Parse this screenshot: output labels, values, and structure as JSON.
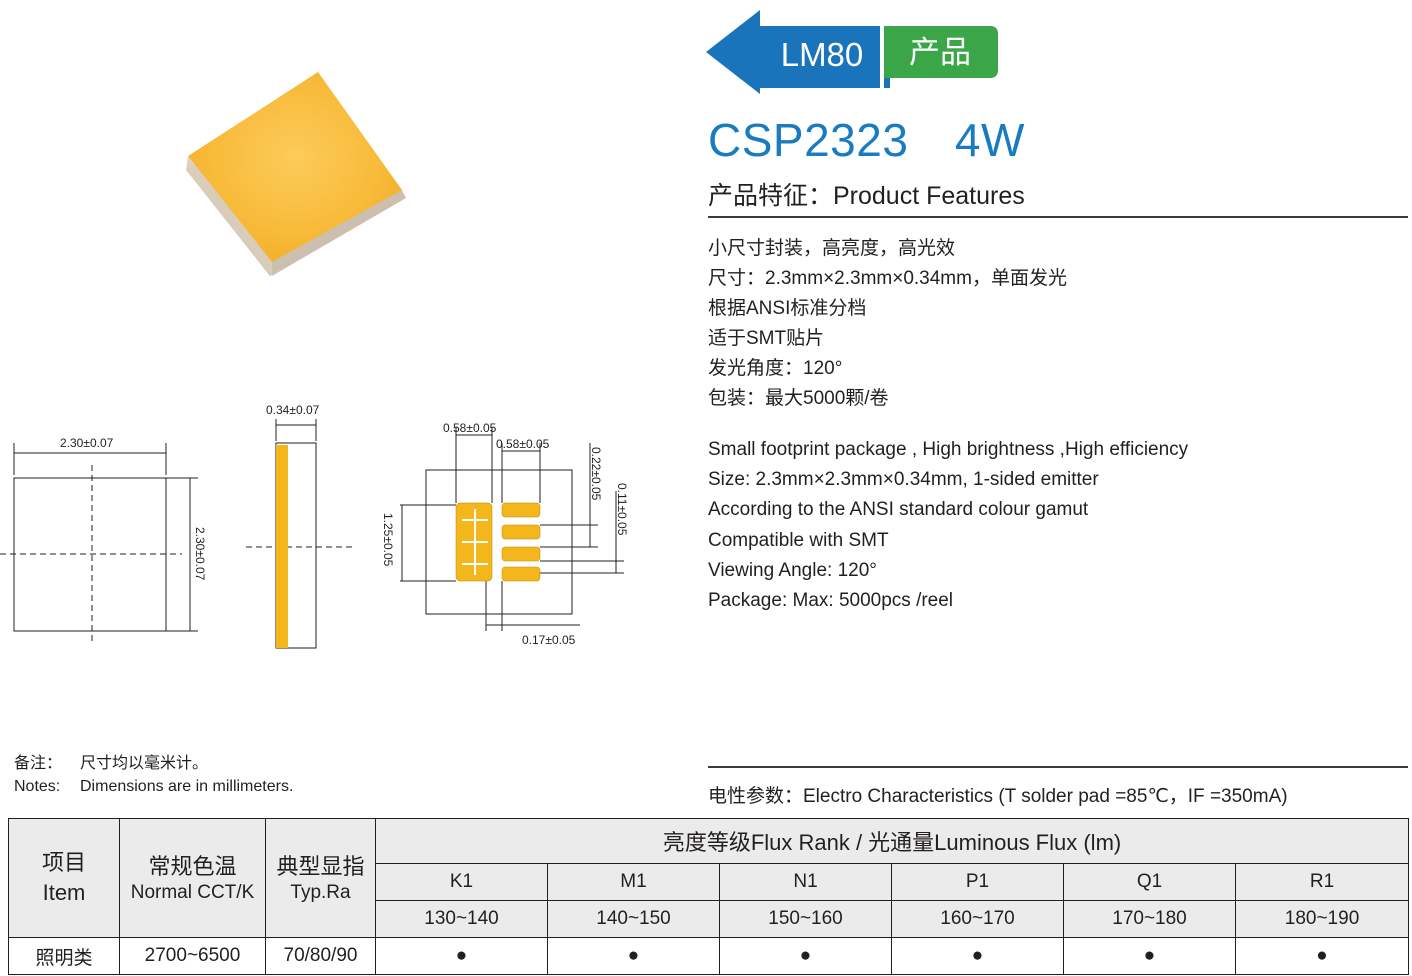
{
  "header": {
    "series_badge": "LM80",
    "category_badge": "产品",
    "badge_colors": {
      "arrow": "#1a74bb",
      "category": "#3aa648"
    },
    "product_title": "CSP2323　4W",
    "title_color": "#1a7cc0"
  },
  "features": {
    "heading": "产品特征：Product Features",
    "chinese": [
      "小尺寸封装，高亮度，高光效",
      "尺寸：2.3mm×2.3mm×0.34mm，单面发光",
      "根据ANSI标准分档",
      "适于SMT贴片",
      "发光角度：120°",
      "包装：最大5000颗/卷"
    ],
    "english": [
      "Small footprint package , High brightness ,High efficiency",
      "Size: 2.3mm×2.3mm×0.34mm, 1-sided emitter",
      "According to the ANSI standard colour gamut",
      "Compatible with SMT",
      "Viewing Angle: 120°",
      "Package: Max: 5000pcs /reel"
    ]
  },
  "drawings": {
    "top_view_width": "2.30±0.07",
    "top_view_height": "2.30±0.07",
    "side_view_thickness": "0.34±0.07",
    "pad_width_left": "0.58±0.05",
    "pad_width_right": "0.58±0.05",
    "pad_pitch_vertical": "0.22±0.05",
    "pad_gap_vertical": "0.11±0.05",
    "pad_height_total": "1.25±0.05",
    "pad_gap_horizontal": "0.17±0.05",
    "pad_color": "#f4b71b"
  },
  "notes": {
    "cn_label": "备注：",
    "cn_text": "尺寸均以毫米计。",
    "en_label": "Notes:",
    "en_text": "Dimensions are in millimeters."
  },
  "electro": {
    "heading": "电性参数：Electro Characteristics (T solder pad =85℃，IF =350mA)"
  },
  "table": {
    "col_item_cn": "项目",
    "col_item_en": "Item",
    "col_cct_cn": "常规色温",
    "col_cct_en": "Normal CCT/K",
    "col_ra_cn": "典型显指",
    "col_ra_en": "Typ.Ra",
    "flux_header": "亮度等级Flux Rank / 光通量Luminous Flux (lm)",
    "ranks": [
      "K1",
      "M1",
      "N1",
      "P1",
      "Q1",
      "R1"
    ],
    "ranges": [
      "130~140",
      "140~150",
      "150~160",
      "160~170",
      "170~180",
      "180~190"
    ],
    "rows": [
      {
        "item": "照明类",
        "cct": "2700~6500",
        "ra": "70/80/90",
        "marks": [
          "●",
          "●",
          "●",
          "●",
          "●",
          "●"
        ]
      }
    ]
  }
}
